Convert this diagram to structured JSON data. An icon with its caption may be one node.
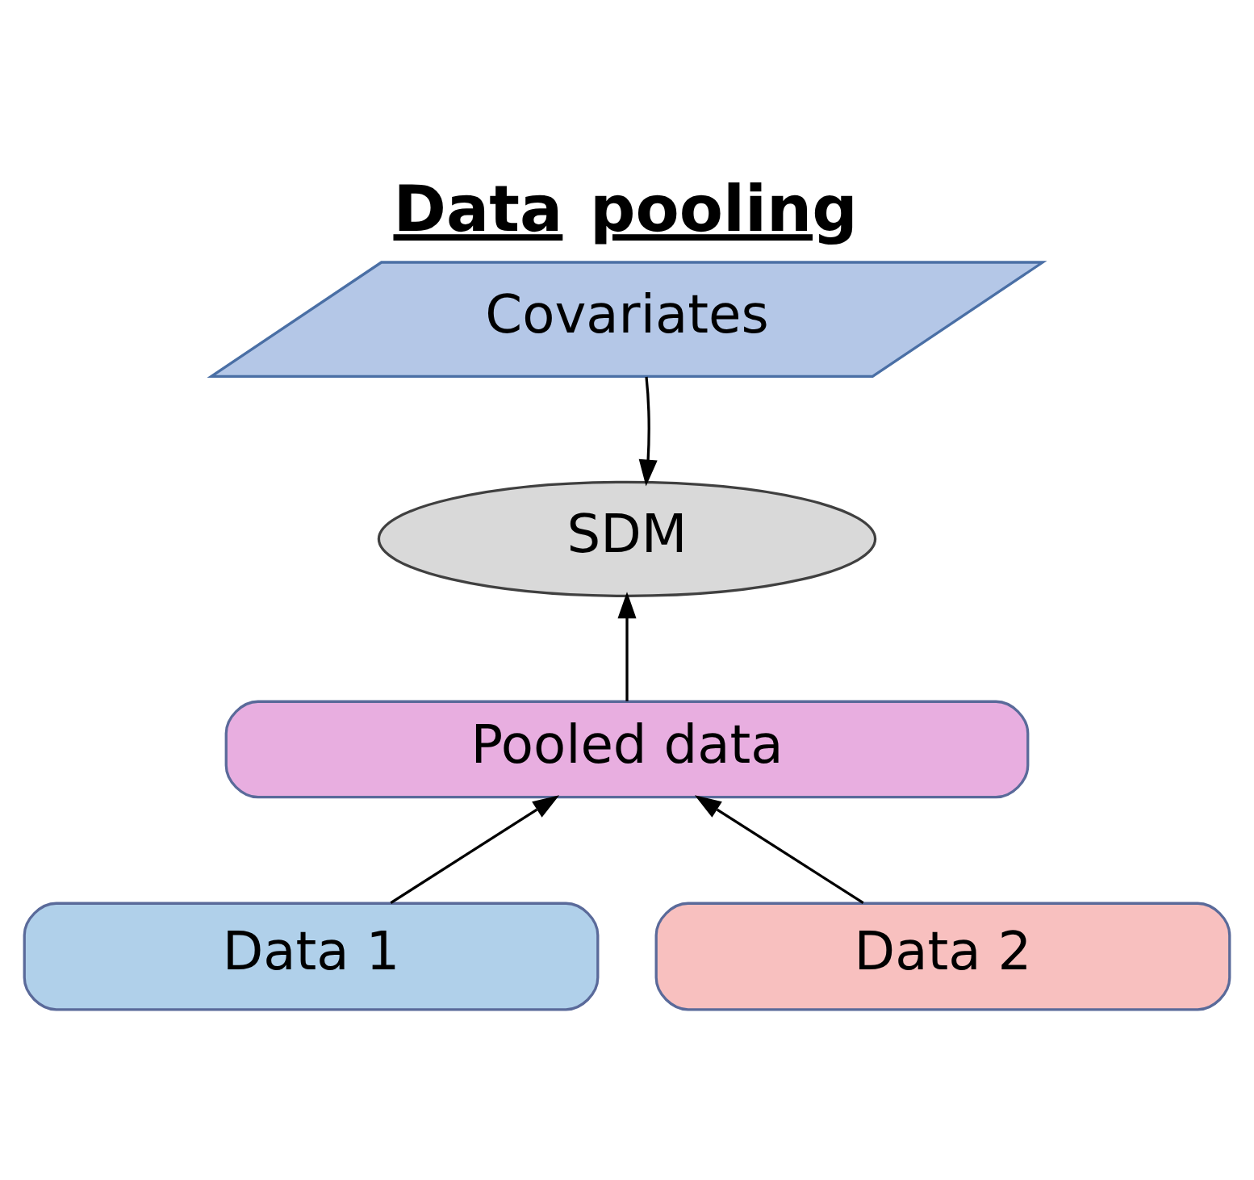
{
  "diagram": {
    "title": "Data pooling",
    "nodes": [
      {
        "text": [
          "Covariates"
        ]
      },
      {
        "text": [
          "SDM"
        ]
      },
      {
        "text": [
          "Pooled data"
        ]
      },
      {
        "text": [
          "Data 1"
        ]
      },
      {
        "text": [
          "Data 2"
        ]
      }
    ],
    "edges": [
      {
        "from": 0,
        "to": 1,
        "arrow": "to"
      },
      {
        "from": 2,
        "to": 1,
        "arrow": "to"
      },
      {
        "from": 3,
        "to": 2,
        "arrow": "to"
      },
      {
        "from": 4,
        "to": 2,
        "arrow": "to"
      }
    ]
  }
}
